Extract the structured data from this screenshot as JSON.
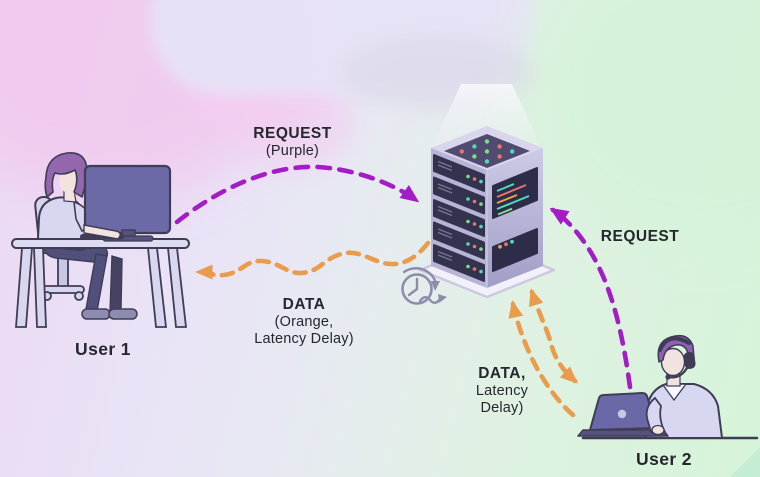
{
  "diagram": {
    "arrow_colors": {
      "request": "#A31CC6",
      "data": "#E99C4E"
    },
    "background_colors": {
      "pink": "#F1C9EF",
      "lavender": "#E7E3F7",
      "green": "#D6F3DA"
    },
    "labels": {
      "request_left_title": "REQUEST",
      "request_left_sub": "(Purple)",
      "data_left_title": "DATA",
      "data_left_sub1": "(Orange,",
      "data_left_sub2": "Latency Delay)",
      "request_right_title": "REQUEST",
      "data_right_title": "DATA,",
      "data_right_sub1": "Latency",
      "data_right_sub2": "Delay)",
      "user1_label": "User 1",
      "user2_label": "User 2"
    }
  }
}
